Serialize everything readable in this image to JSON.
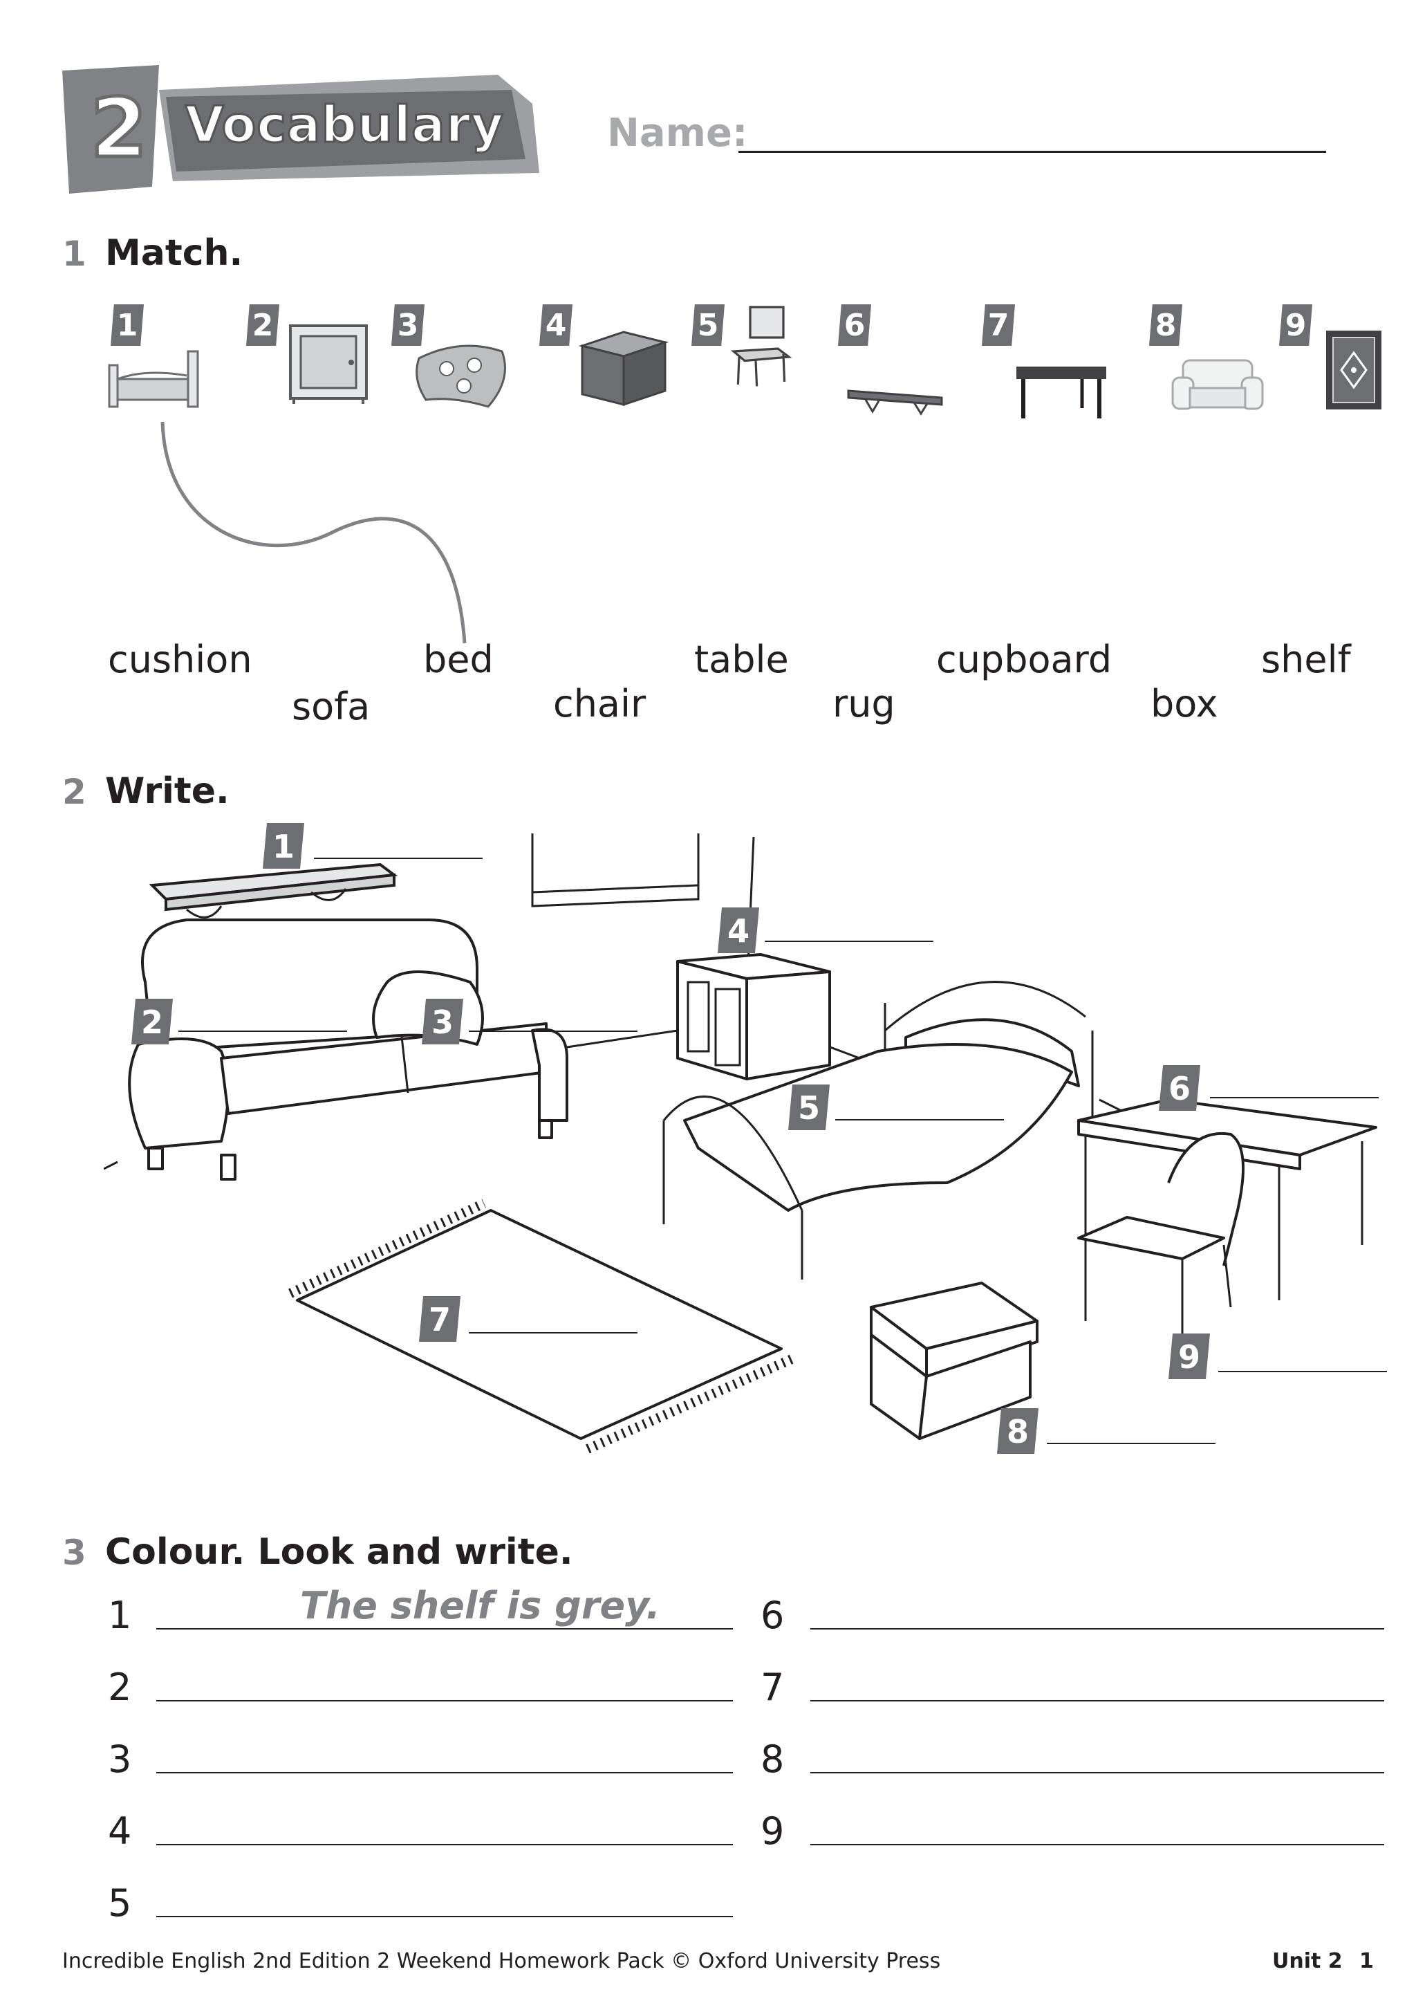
{
  "header": {
    "unit_number": "2",
    "section_title": "Vocabulary",
    "name_label": "Name:"
  },
  "exercise1": {
    "number": "1",
    "instruction": "Match.",
    "tags": [
      "1",
      "2",
      "3",
      "4",
      "5",
      "6",
      "7",
      "8",
      "9"
    ],
    "pictures": [
      "bed-icon",
      "cupboard-icon",
      "cushion-icon",
      "box-icon",
      "chair-icon",
      "shelf-icon",
      "table-icon",
      "sofa-icon",
      "rug-icon"
    ],
    "words_row1": [
      "cushion",
      "bed",
      "table",
      "cupboard",
      "shelf"
    ],
    "words_row2": [
      "sofa",
      "chair",
      "rug",
      "box"
    ]
  },
  "exercise2": {
    "number": "2",
    "instruction": "Write.",
    "tags": [
      "1",
      "2",
      "3",
      "4",
      "5",
      "6",
      "7",
      "8",
      "9"
    ]
  },
  "exercise3": {
    "number": "3",
    "instruction": "Colour. Look and write.",
    "left_numbers": [
      "1",
      "2",
      "3",
      "4",
      "5"
    ],
    "right_numbers": [
      "6",
      "7",
      "8",
      "9"
    ],
    "example_answer": "The shelf is grey."
  },
  "footer": {
    "credit": "Incredible English 2nd Edition 2  Weekend Homework Pack © Oxford University Press",
    "unit_label": "Unit 2",
    "page_number": "1"
  },
  "colors": {
    "tag_grey": "#6d6e71",
    "heading_grey": "#808285",
    "text_black": "#231f20"
  }
}
